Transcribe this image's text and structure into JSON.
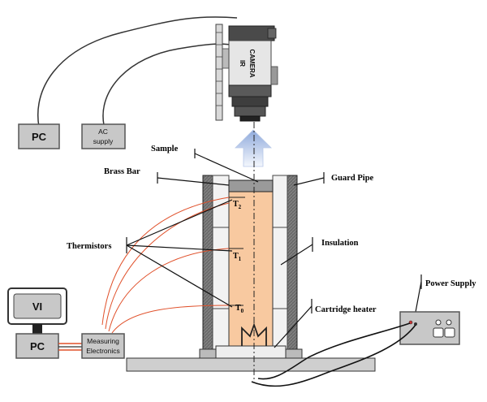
{
  "labels": {
    "sample": "Sample",
    "brass_bar": "Brass Bar",
    "guard_pipe": "Guard Pipe",
    "thermistors": "Thermistors",
    "insulation": "Insulation",
    "cartridge_heater": "Cartridge heater",
    "power_supply": "Power Supply"
  },
  "thermistor_labels": {
    "t2": {
      "main": "T",
      "sub": "2"
    },
    "t1": {
      "main": "T",
      "sub": "1"
    },
    "t0": {
      "main": "T",
      "sub": "0"
    }
  },
  "boxes": {
    "pc_top": "PC",
    "ac_supply_line1": "AC",
    "ac_supply_line2": "supply",
    "vi": "VI",
    "pc_bottom": "PC",
    "measuring_line1": "Measuring",
    "measuring_line2": "Electronics"
  },
  "camera": {
    "line1": "IR",
    "line2": "CAMERA"
  },
  "colors": {
    "sample_fill": "#f8c9a0",
    "wire_red": "#e0502a",
    "arrow_blue": "#9fb6e0",
    "box_grey": "#c8c8c8",
    "dark_grey": "#555555"
  }
}
